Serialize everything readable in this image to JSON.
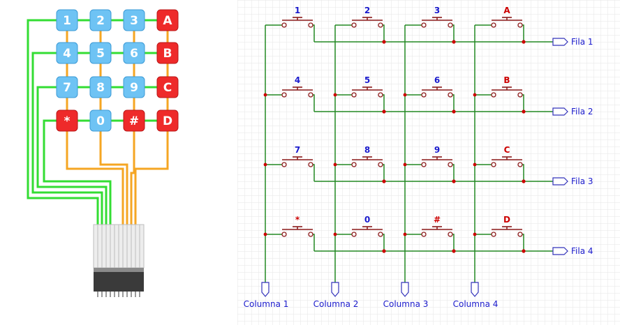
{
  "keypad": {
    "keys": [
      [
        "1",
        "2",
        "3",
        "A"
      ],
      [
        "4",
        "5",
        "6",
        "B"
      ],
      [
        "7",
        "8",
        "9",
        "C"
      ],
      [
        "*",
        "0",
        "#",
        "D"
      ]
    ]
  },
  "schematic": {
    "button_labels": [
      [
        "1",
        "2",
        "3",
        "A"
      ],
      [
        "4",
        "5",
        "6",
        "B"
      ],
      [
        "7",
        "8",
        "9",
        "C"
      ],
      [
        "*",
        "0",
        "#",
        "D"
      ]
    ],
    "row_ports": [
      "Fila 1",
      "Fila 2",
      "Fila 3",
      "Fila 4"
    ],
    "column_ports": [
      "Columna 1",
      "Columna 2",
      "Columna 3",
      "Columna 4"
    ]
  },
  "colors": {
    "numeric_key": "#6ec3f4",
    "letter_key": "#ee2a2a",
    "row_wire": "#33dd33",
    "column_wire": "#f5a623",
    "schematic_wire": "#228822",
    "junction": "#cc0000",
    "label_blue": "#1a1acc",
    "label_red": "#cc0000",
    "grid": "#e6e6e6"
  }
}
